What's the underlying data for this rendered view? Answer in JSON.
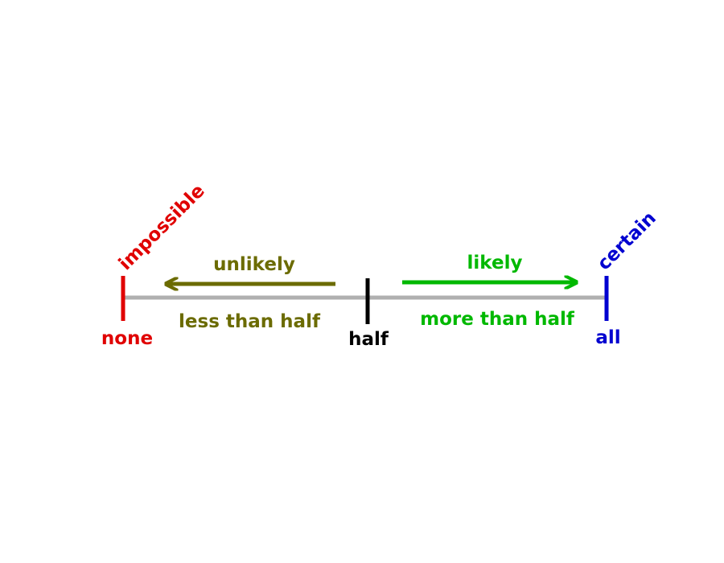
{
  "colors": {
    "none": "#e00000",
    "half": "#000000",
    "all": "#0000d0",
    "unlikely": "#6b6b00",
    "likely": "#00b800",
    "axis": "#b0b0b0"
  },
  "endpoints": {
    "left": {
      "bottom_label": "none",
      "top_label": "impossible"
    },
    "middle": {
      "bottom_label": "half"
    },
    "right": {
      "bottom_label": "all",
      "top_label": "certain"
    }
  },
  "arrows": {
    "left": {
      "top_label": "unlikely",
      "bottom_label": "less than half",
      "direction": "left"
    },
    "right": {
      "top_label": "likely",
      "bottom_label": "more than half",
      "direction": "right"
    }
  }
}
